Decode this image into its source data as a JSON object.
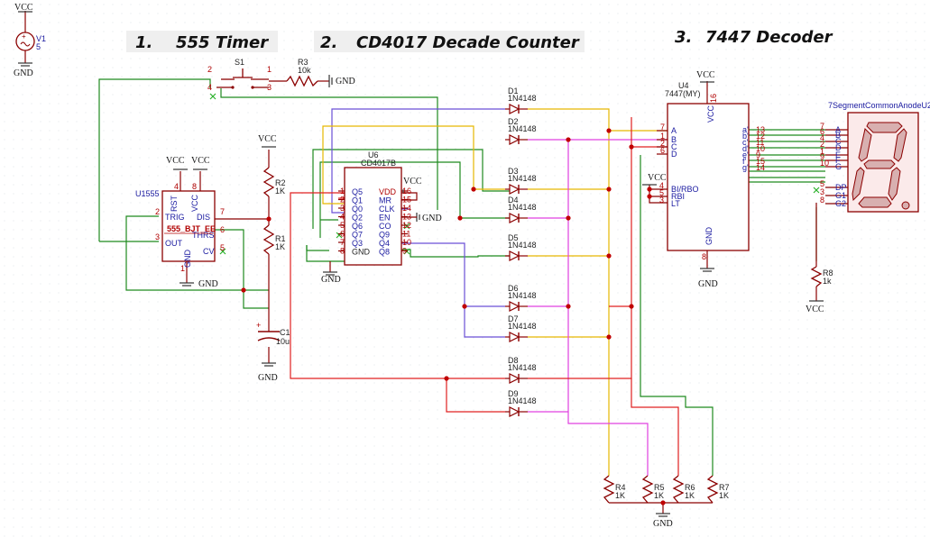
{
  "titles": {
    "t1_num": "1.",
    "t1": "555 Timer",
    "t2_num": "2.",
    "t2": "CD4017 Decade Counter",
    "t3_num": "3.",
    "t3": "7447 Decoder"
  },
  "power": {
    "vcc": "VCC",
    "gnd": "GND"
  },
  "v1": {
    "ref": "V1",
    "value": "5"
  },
  "s1": {
    "ref": "S1",
    "p1": "1",
    "p2": "2",
    "p3": "3",
    "p4": "4"
  },
  "r3": {
    "ref": "R3",
    "value": "10k"
  },
  "timer": {
    "ref": "U1555",
    "part": "555_BJT_EE",
    "pins": {
      "trig": "TRIG",
      "out": "OUT",
      "dis": "DIS",
      "thrs": "THRS",
      "cv": "CV",
      "rst": "RST",
      "vcc": "VCC",
      "gnd": "GND"
    },
    "nums": {
      "trig": "2",
      "out": "3",
      "dis": "7",
      "thrs": "6",
      "cv": "5",
      "rst": "4",
      "vcc": "8",
      "gnd": "1"
    }
  },
  "r1": {
    "ref": "R1",
    "value": "1K"
  },
  "r2": {
    "ref": "R2",
    "value": "1K"
  },
  "c1": {
    "ref": "C1",
    "value": "10u"
  },
  "counter": {
    "ref": "U6",
    "part": "CD4017B",
    "left": [
      "Q5",
      "Q1",
      "Q0",
      "Q2",
      "Q6",
      "Q7",
      "Q3",
      "GND"
    ],
    "left_nums": [
      "1",
      "2",
      "3",
      "4",
      "5",
      "6",
      "7",
      "8"
    ],
    "right": [
      "VDD",
      "MR",
      "CLK",
      "EN",
      "CO",
      "Q9",
      "Q4",
      "Q8"
    ],
    "right_nums": [
      "16",
      "15",
      "14",
      "13",
      "12",
      "11",
      "10",
      "9"
    ]
  },
  "diodes": [
    {
      "ref": "D1",
      "part": "1N4148"
    },
    {
      "ref": "D2",
      "part": "1N4148"
    },
    {
      "ref": "D3",
      "part": "1N4148"
    },
    {
      "ref": "D4",
      "part": "1N4148"
    },
    {
      "ref": "D5",
      "part": "1N4148"
    },
    {
      "ref": "D6",
      "part": "1N4148"
    },
    {
      "ref": "D7",
      "part": "1N4148"
    },
    {
      "ref": "D8",
      "part": "1N4148"
    },
    {
      "ref": "D9",
      "part": "1N4148"
    }
  ],
  "decoder": {
    "ref": "U4",
    "part": "7447(MY)",
    "inputs": [
      "A",
      "B",
      "C",
      "D"
    ],
    "input_nums": [
      "7",
      "1",
      "2",
      "6"
    ],
    "ctrl": [
      "BI/RBO",
      "RBI",
      "LT"
    ],
    "ctrl_nums": [
      "4",
      "5",
      "3"
    ],
    "outputs": [
      "a'",
      "b'",
      "c'",
      "d'",
      "e'",
      "f'",
      "g'"
    ],
    "output_nums": [
      "13",
      "12",
      "11",
      "10",
      "9",
      "15",
      "14"
    ],
    "vcc_pin": "16",
    "gnd_pin": "8",
    "vcc_label": "VCC",
    "gnd_label": "GND"
  },
  "display": {
    "ref": "7SegmentCommonAnodeU2",
    "pins": [
      "A",
      "B",
      "C",
      "D",
      "E",
      "F",
      "G",
      "DP",
      "G1",
      "G2"
    ],
    "nums": [
      "7",
      "6",
      "4",
      "2",
      "1",
      "9",
      "10",
      "5",
      "3",
      "8"
    ]
  },
  "pulldowns": [
    {
      "ref": "R4",
      "value": "1K"
    },
    {
      "ref": "R5",
      "value": "1K"
    },
    {
      "ref": "R6",
      "value": "1K"
    },
    {
      "ref": "R7",
      "value": "1K"
    }
  ],
  "r8": {
    "ref": "R8",
    "value": "1k"
  }
}
